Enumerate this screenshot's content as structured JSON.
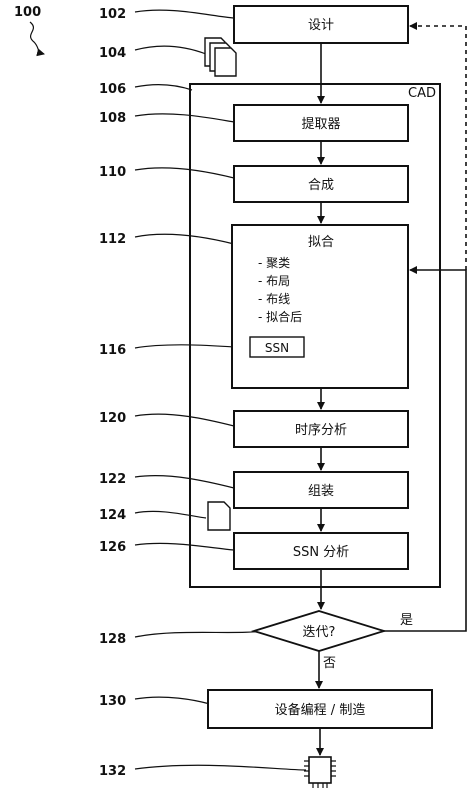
{
  "figure": {
    "number": "100"
  },
  "labels": {
    "l102": "102",
    "l104": "104",
    "l106": "106",
    "l108": "108",
    "l110": "110",
    "l112": "112",
    "l116": "116",
    "l120": "120",
    "l122": "122",
    "l124": "124",
    "l126": "126",
    "l128": "128",
    "l130": "130",
    "l132": "132"
  },
  "cad": {
    "label": "CAD"
  },
  "steps": {
    "design": "设计",
    "extractor": "提取器",
    "synthesis": "合成",
    "fit": "拟合",
    "timing": "时序分析",
    "assembly": "组装",
    "ssn_analysis": "SSN 分析",
    "program": "设备编程 / 制造"
  },
  "fit_items": [
    "- 聚类",
    "- 布局",
    "- 布线",
    "- 拟合后"
  ],
  "ssn": "SSN",
  "decision": {
    "text": "迭代?",
    "yes": "是",
    "no": "否"
  }
}
